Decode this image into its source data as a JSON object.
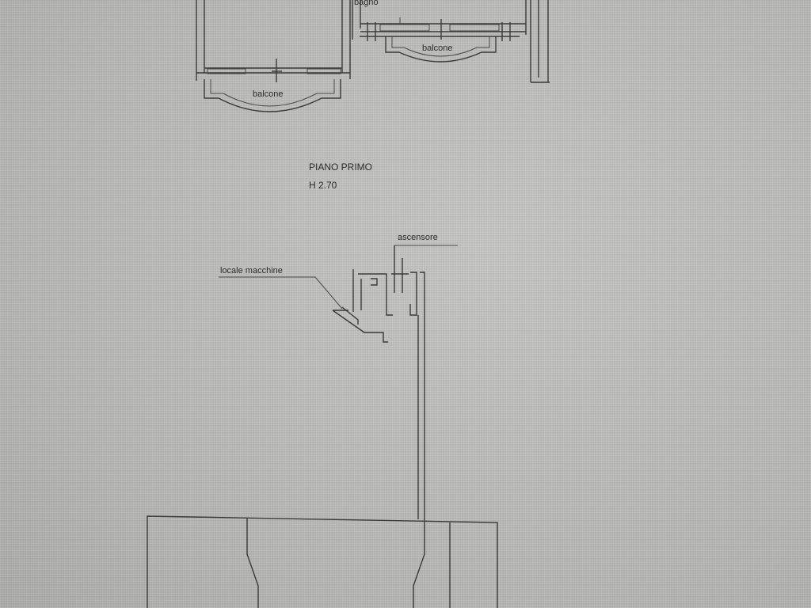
{
  "plan": {
    "labels": {
      "bagno": "bagno",
      "balcone_left": "balcone",
      "balcone_right": "balcone",
      "floor_name": "PIANO PRIMO",
      "floor_height": "H 2.70",
      "ascensore": "ascensore",
      "locale_macchine": "locale macchine"
    }
  }
}
